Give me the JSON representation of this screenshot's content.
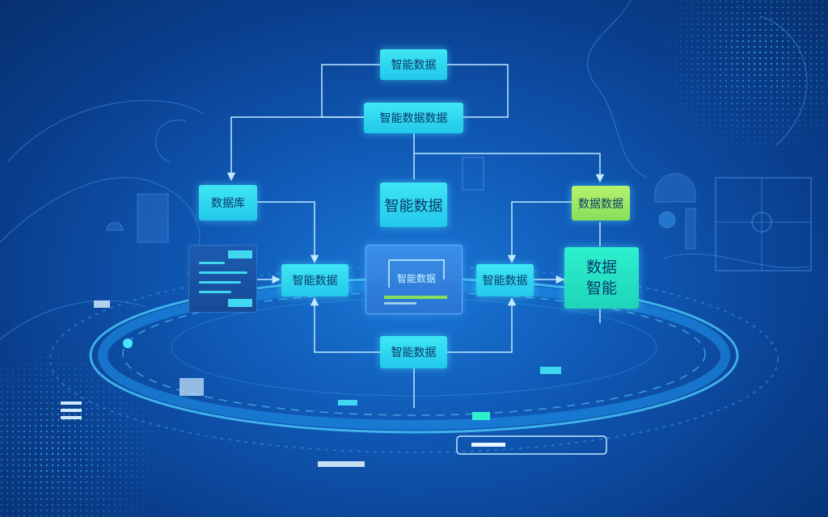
{
  "diagram": {
    "nodes": {
      "top_a": "智能数据",
      "top_b": "智能数据数据",
      "left_small": "数据库",
      "center_mid": "智能数据",
      "right_small": "数据数据",
      "left_mid": "智能数据",
      "screen_caption": "智能数据",
      "right_mid": "智能数据",
      "right_big_line1": "数据",
      "right_big_line2": "智能",
      "bottom": "智能数据"
    }
  },
  "colors": {
    "background": "#0f57b3",
    "node_cyan": "#22c8ea",
    "node_lime": "#86df5a",
    "node_teal": "#1fd4b8",
    "connector": "#bfe9ff"
  }
}
